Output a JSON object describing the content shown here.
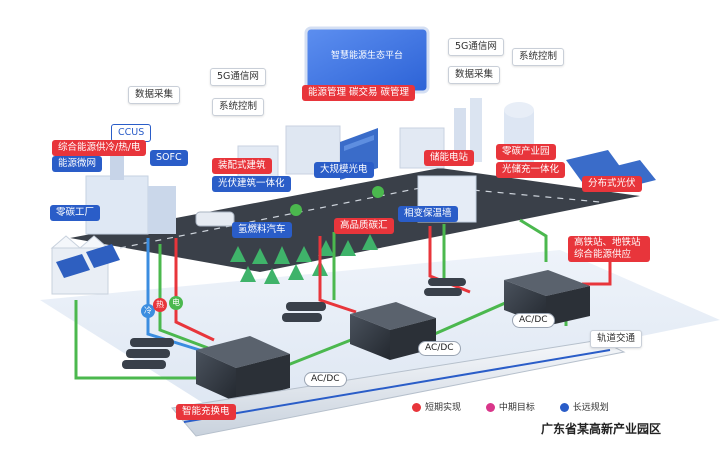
{
  "platform": {
    "title": "智慧能源生态平台",
    "functions": "能源管理 碳交易 碳管理"
  },
  "labels": {
    "ccus": "CCUS",
    "integrated_supply": "综合能源供冷/热/电",
    "energy_microgrid": "能源微网",
    "sofc": "SOFC",
    "zero_carbon_factory": "零碳工厂",
    "data_collect_left": "数据采集",
    "network_5g_left": "5G通信网",
    "system_control_left": "系统控制",
    "prefab_building": "装配式建筑",
    "pv_building": "光伏建筑一体化",
    "large_pv": "大规模光电",
    "network_5g_right": "5G通信网",
    "system_control_right": "系统控制",
    "data_collect_right": "数据采集",
    "storage_station": "储能电站",
    "zero_carbon_industry": "零碳产业园",
    "pv_storage_charging": "光储充一体化",
    "distributed_pv": "分布式光伏",
    "hydrogen_car": "氢燃料汽车",
    "carbon_sink": "高品质碳汇",
    "phase_change": "相变保温墙",
    "rail_station": "高铁站、地铁站综合能源供应",
    "rail_transit": "轨道交通",
    "smart_charging": "智能充换电"
  },
  "flows": {
    "cold": "冷",
    "heat": "热",
    "electric": "电"
  },
  "acdc": [
    "AC/DC",
    "AC/DC",
    "AC/DC"
  ],
  "legend": [
    {
      "label": "短期实现",
      "color": "#e8353b"
    },
    {
      "label": "中期目标",
      "color": "#d9368a"
    },
    {
      "label": "长远规划",
      "color": "#2a5dc8"
    }
  ],
  "region": "广东省某高新产业园区",
  "colors": {
    "hot": "#e8353b",
    "green": "#4bb84e",
    "cold": "#3b8de0",
    "ground": "#3a4049"
  }
}
